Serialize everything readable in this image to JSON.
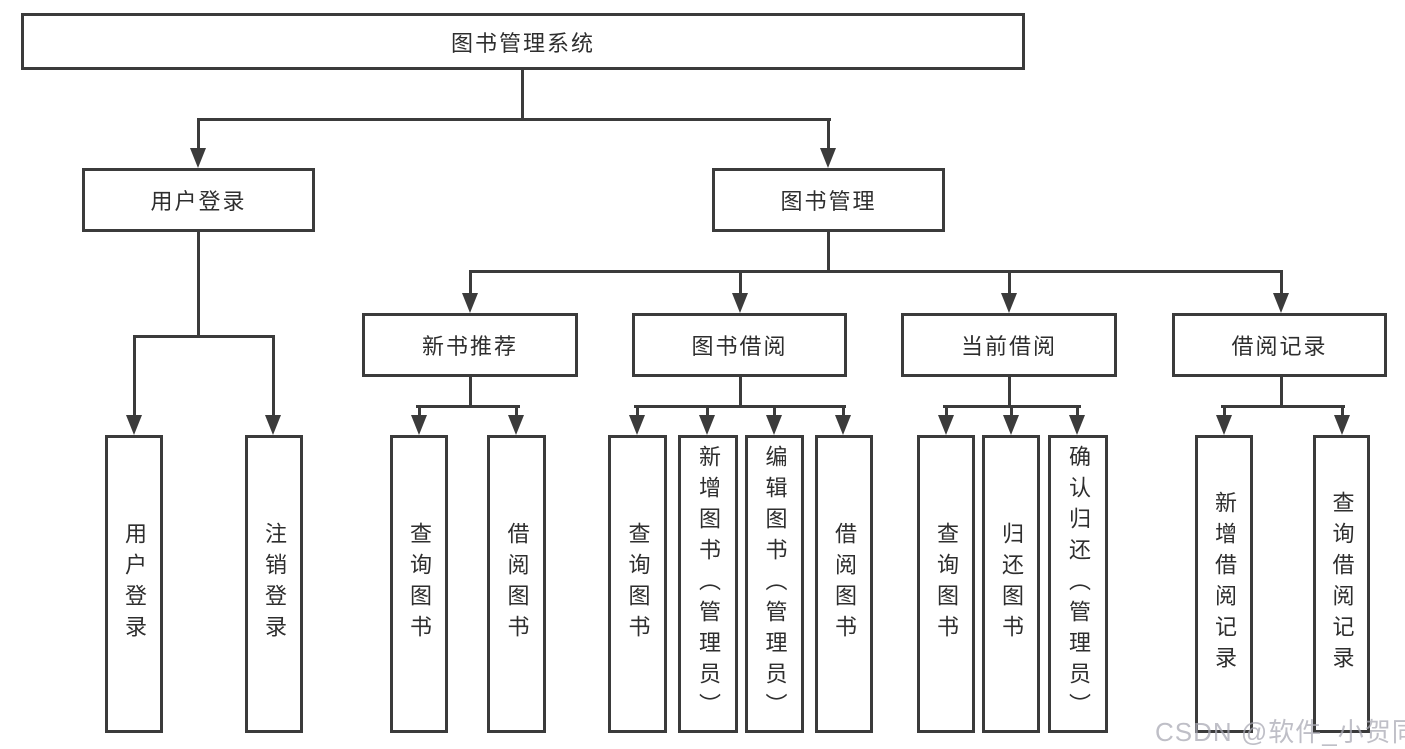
{
  "watermark": {
    "text": "CSDN @软件_小贺同学"
  },
  "colors": {
    "line": "#3b3b3b",
    "text": "#2e2e2e",
    "watermark": "#c3c3cb",
    "background": "#ffffff"
  },
  "tree": {
    "root": {
      "label": "图书管理系统"
    },
    "branches": [
      {
        "label": "用户登录",
        "children": [
          {
            "label": "用户登录"
          },
          {
            "label": "注销登录"
          }
        ]
      },
      {
        "label": "图书管理",
        "groups": [
          {
            "label": "新书推荐",
            "children": [
              {
                "label": "查询图书"
              },
              {
                "label": "借阅图书"
              }
            ]
          },
          {
            "label": "图书借阅",
            "children": [
              {
                "label": "查询图书"
              },
              {
                "label": "新增图书（管理员）"
              },
              {
                "label": "编辑图书（管理员）"
              },
              {
                "label": "借阅图书"
              }
            ]
          },
          {
            "label": "当前借阅",
            "children": [
              {
                "label": "查询图书"
              },
              {
                "label": "归还图书"
              },
              {
                "label": "确认归还（管理员）"
              }
            ]
          },
          {
            "label": "借阅记录",
            "children": [
              {
                "label": "新增借阅记录"
              },
              {
                "label": "查询借阅记录"
              }
            ]
          }
        ]
      }
    ]
  }
}
